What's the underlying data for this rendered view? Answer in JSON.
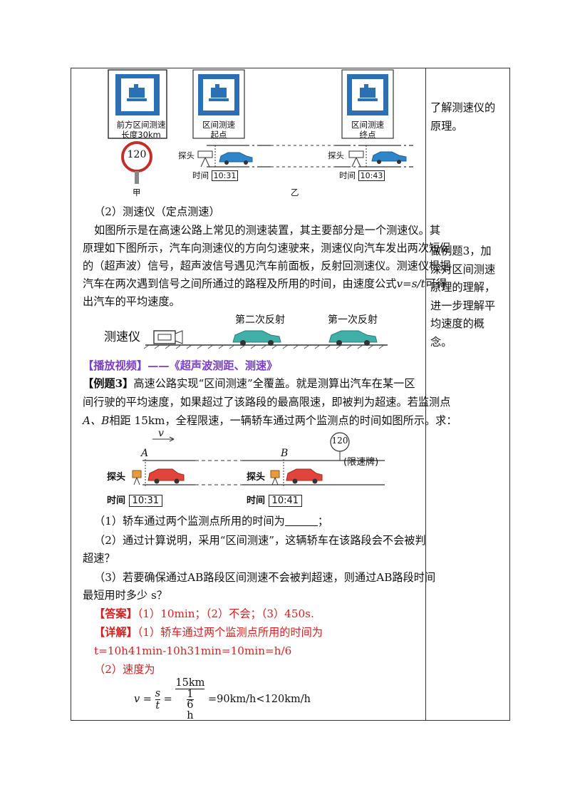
{
  "side": {
    "note1_lines": [
      "了解测速仪的",
      "原理。"
    ],
    "note2_lines": [
      "做例题3，加",
      "深对区间测速",
      "原理的理解，",
      "进一步理解平",
      "均速度的概",
      "念。"
    ]
  },
  "figure1": {
    "sign1_lines": [
      "前方区间测速",
      "长度30km"
    ],
    "sign2_lines": [
      "区间测速",
      "起点"
    ],
    "sign3_lines": [
      "区间测速",
      "终点"
    ],
    "speed_limit": "120",
    "probe_label": "探头",
    "time_label": "时间",
    "time1": "10:31",
    "time2": "10:43",
    "caption_left": "甲",
    "caption_right": "乙"
  },
  "section2": {
    "heading": "（2）测速仪（定点测速）",
    "para_lines": [
      "如图所示是在高速公路上常见的测速装置，其主要部分是一个测速仪。其",
      "原理如下图所示，汽车向测速仪的方向匀速驶来，测速仪向汽车发出两次短促",
      "的（超声波）信号，超声波信号遇见汽车前面板，反射回测速仪。测速仪根据",
      "汽车在两次遇到信号之间所通过的路程及所用的时间，由速度公式"
    ],
    "formula": "v=s/t",
    "para_tail": "可得",
    "para_last": "出汽车的平均速度。"
  },
  "figure2": {
    "device_label": "测速仪",
    "second_reflection": "第二次反射",
    "first_reflection": "第一次反射"
  },
  "video": {
    "text": "【播放视频】——《超声波测距、测速》"
  },
  "example3": {
    "label": "【例题3】",
    "line1": "高速公路实现“区间测速”全覆盖。就是测算出汽车在某一区",
    "line2": "间行驶的平均速度，如果超过了该路段的最高限速，即被判为超速。若监测点",
    "line3_pre": "A、B",
    "line3": "相距 15km，全程限速，一辆轿车通过两个监测点的时间如图所示。求："
  },
  "figure3": {
    "v_label": "v",
    "point_a": "A",
    "point_b": "B",
    "speed_limit": "120",
    "limit_sign": "(限速牌)",
    "probe_label": "探头",
    "time_label": "时间",
    "time1": "10:31",
    "time2": "10:41"
  },
  "questions": {
    "q1": "（1）轿车通过两个监测点所用的时间为",
    "q1_tail": "；",
    "q2_line1": "（2）通过计算说明，采用“区间测速”，这辆轿车在该路段会不会被判",
    "q2_line2": "超速？",
    "q3_line1": "（3）若要确保通过AB路段区间测速不会被判超速，则通过AB路段时间",
    "q3_line2": "最短用时多少 s？"
  },
  "answer": {
    "label": "【答案】",
    "text": "（1）10min；（2）不会；（3）450s."
  },
  "explanation": {
    "label": "【详解】",
    "line1": "（1）轿车通过两个监测点所用的时间为",
    "line2": "t=10h41min-10h31min=10min=h/6",
    "line3": "（2）速度为",
    "formula_v": "v",
    "formula_s": "s",
    "formula_t": "t",
    "formula_km": "15km",
    "formula_1": "1",
    "formula_6": "6",
    "formula_h": "h",
    "formula_result": "=90km/h<120km/h"
  },
  "colors": {
    "sign_blue": "#2b6fb5",
    "car_blue": "#2e86c9",
    "car_teal": "#3fb0a8",
    "answer_red": "#d42020",
    "car_red": "#e0443a"
  }
}
